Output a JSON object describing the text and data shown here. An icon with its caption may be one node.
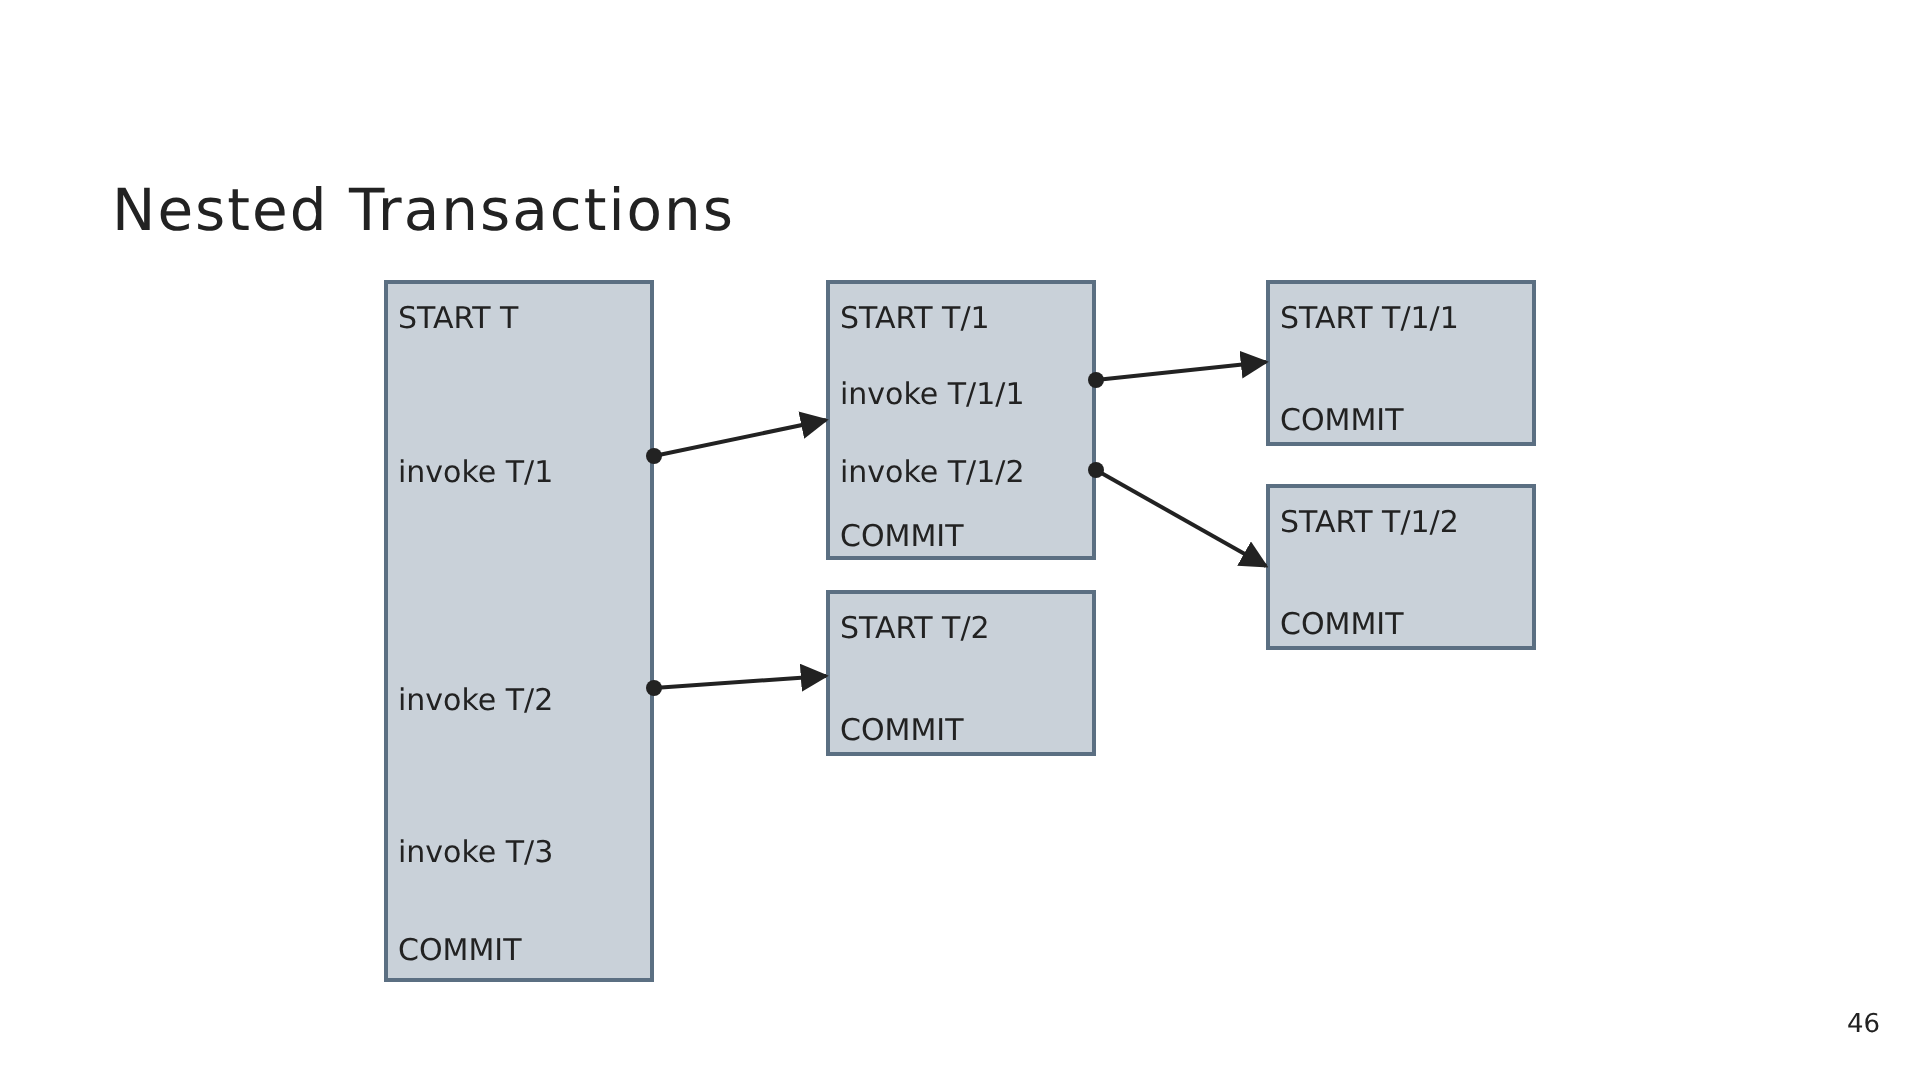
{
  "diagram": {
    "title": "Nested Transactions",
    "nodes": [
      {
        "text": [
          "START T",
          "invoke T/1",
          "invoke T/2",
          "invoke T/3",
          "COMMIT"
        ]
      },
      {
        "text": [
          "START T/1",
          "invoke T/1/1",
          "invoke T/1/2",
          "COMMIT"
        ]
      },
      {
        "text": [
          "START T/2",
          "COMMIT"
        ]
      },
      {
        "text": [
          "START T/1/1",
          "COMMIT"
        ]
      },
      {
        "text": [
          "START T/1/2",
          "COMMIT"
        ]
      }
    ],
    "edges": [
      {
        "from": 0,
        "to": 1,
        "arrow": "to"
      },
      {
        "from": 0,
        "to": 2,
        "arrow": "to"
      },
      {
        "from": 1,
        "to": 3,
        "arrow": "to"
      },
      {
        "from": 1,
        "to": 4,
        "arrow": "to"
      }
    ],
    "labels": [
      "46"
    ]
  }
}
